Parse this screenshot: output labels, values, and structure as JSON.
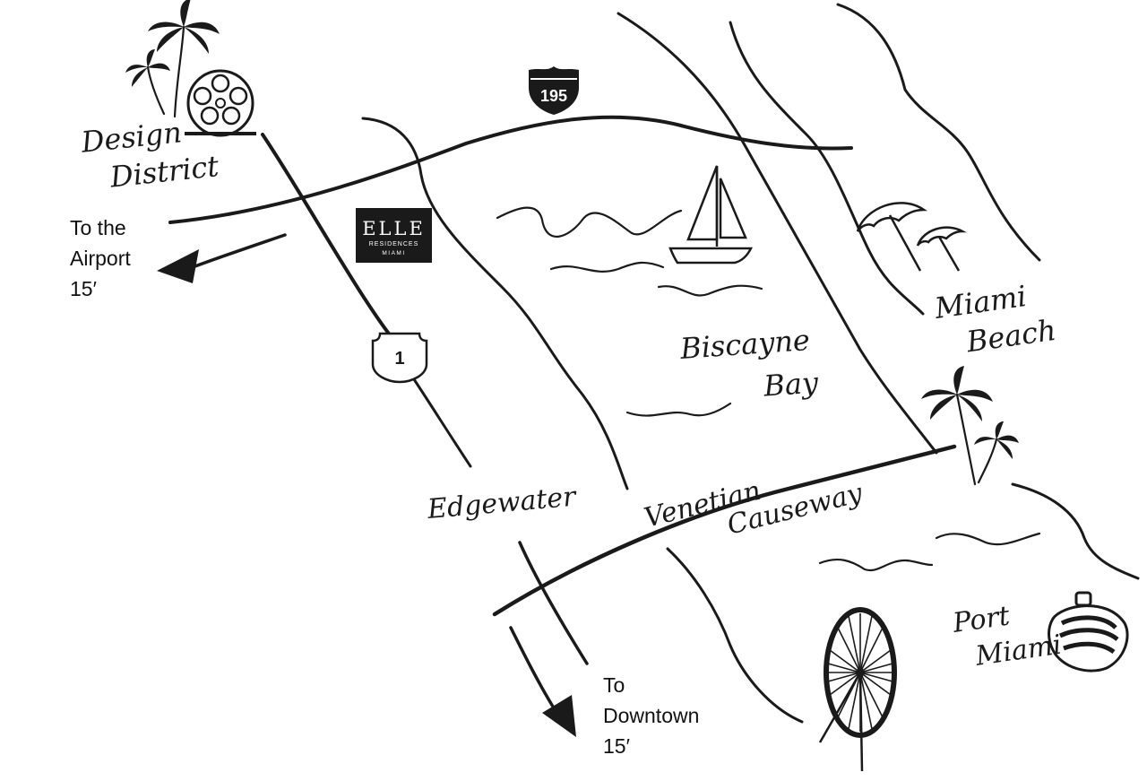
{
  "colors": {
    "ink": "#1a1a1a",
    "background": "#ffffff",
    "logo_bg": "#1a1a1a",
    "logo_text": "#ffffff"
  },
  "places": {
    "design_district": [
      "Design",
      "District"
    ],
    "miami_beach": [
      "Miami",
      "Beach"
    ],
    "biscayne_bay": [
      "Biscayne",
      "Bay"
    ],
    "edgewater": "Edgewater",
    "venetian_causeway": [
      "Venetian",
      "Causeway"
    ],
    "port_miami": [
      "Port",
      "Miami"
    ]
  },
  "directions": {
    "airport": [
      "To the",
      "Airport",
      "15′"
    ],
    "downtown": [
      "To",
      "Downtown",
      "15′"
    ]
  },
  "shields": {
    "interstate": "195",
    "us_route": "1"
  },
  "logo": {
    "title": "ELLE",
    "subtitle": "RESIDENCES",
    "city": "MIAMI"
  },
  "icons": [
    "palm-tree-icon",
    "geodesic-dome-icon",
    "sailboat-icon",
    "beach-umbrella-icon",
    "ferris-wheel-icon",
    "cruise-ship-icon"
  ]
}
